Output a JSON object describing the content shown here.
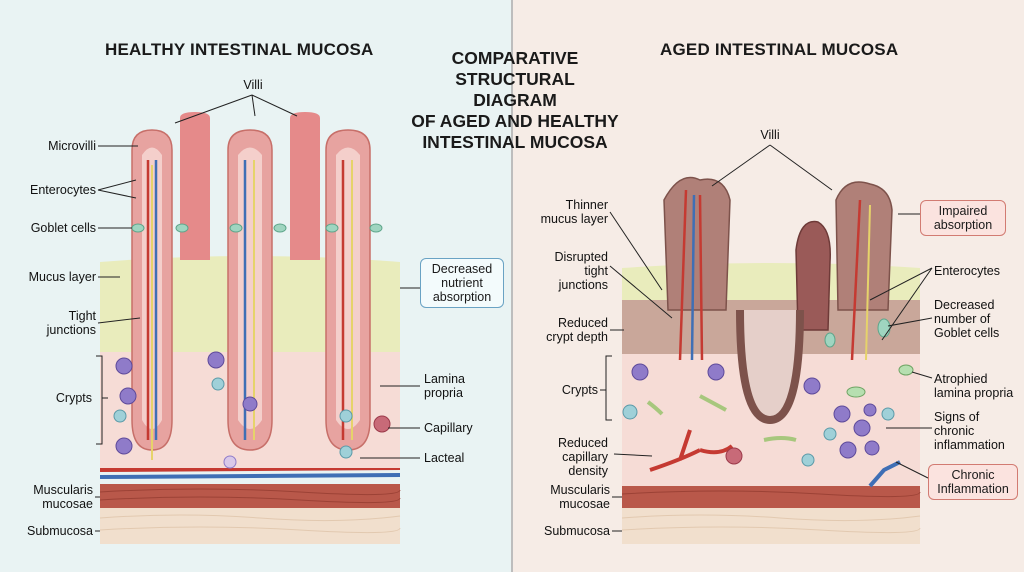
{
  "main_title": "COMPARATIVE\nSTRUCTURAL\nDIAGRAM\nOF AGED AND HEALTHY\nINTESTINAL MUCOSA",
  "healthy": {
    "title": "HEALTHY INTESTINAL MUCOSA",
    "labels": {
      "villi": "Villi",
      "microvilli": "Microvilli",
      "enterocytes": "Enterocytes",
      "goblet_cells": "Goblet cells",
      "mucus_layer": "Mucus layer",
      "tight_junctions": "Tight\njunctions",
      "crypts": "Crypts",
      "muscularis_mucosae": "Muscularis\nmucosae",
      "submucosa": "Submucosa",
      "lamina_propria": "Lamina\npropria",
      "capillary": "Capillary",
      "lacteal": "Lacteal"
    },
    "callout": "Decreased\nnutrient\nabsorption"
  },
  "aged": {
    "title": "AGED INTESTINAL MUCOSA",
    "labels": {
      "villi": "Villi",
      "thinner_mucus": "Thinner\nmucus layer",
      "disrupted_junctions": "Disrupted\ntight\njunctions",
      "reduced_crypt": "Reduced\ncrypt depth",
      "crypts": "Crypts",
      "reduced_capillary": "Reduced\ncapillary\ndensity",
      "muscularis_mucosae": "Muscularis\nmucosae",
      "submucosa": "Submucosa",
      "enterocytes": "Enterocytes",
      "decreased_goblet": "Decreased\nnumber of\nGoblet cells",
      "atrophied_lamina": "Atrophied\nlamina propria",
      "signs_inflammation": "Signs of\nchronic\ninflammation"
    },
    "callout_absorption": "Impaired\nabsorption",
    "callout_inflammation": "Chronic\nInflammation"
  },
  "colors": {
    "healthy_bg": "#e9f3f3",
    "aged_bg": "#f6ece6",
    "epithelium": "#e7a3a0",
    "mucus": "#e9ecbc",
    "lamina_propria": "#f6dcd6",
    "muscularis": "#b9584a",
    "submucosa": "#f1dfcd",
    "artery": "#c53a32",
    "vein": "#3f6fb5",
    "lacteal": "#e6d36a",
    "immune_cell": "#7b63b5"
  }
}
